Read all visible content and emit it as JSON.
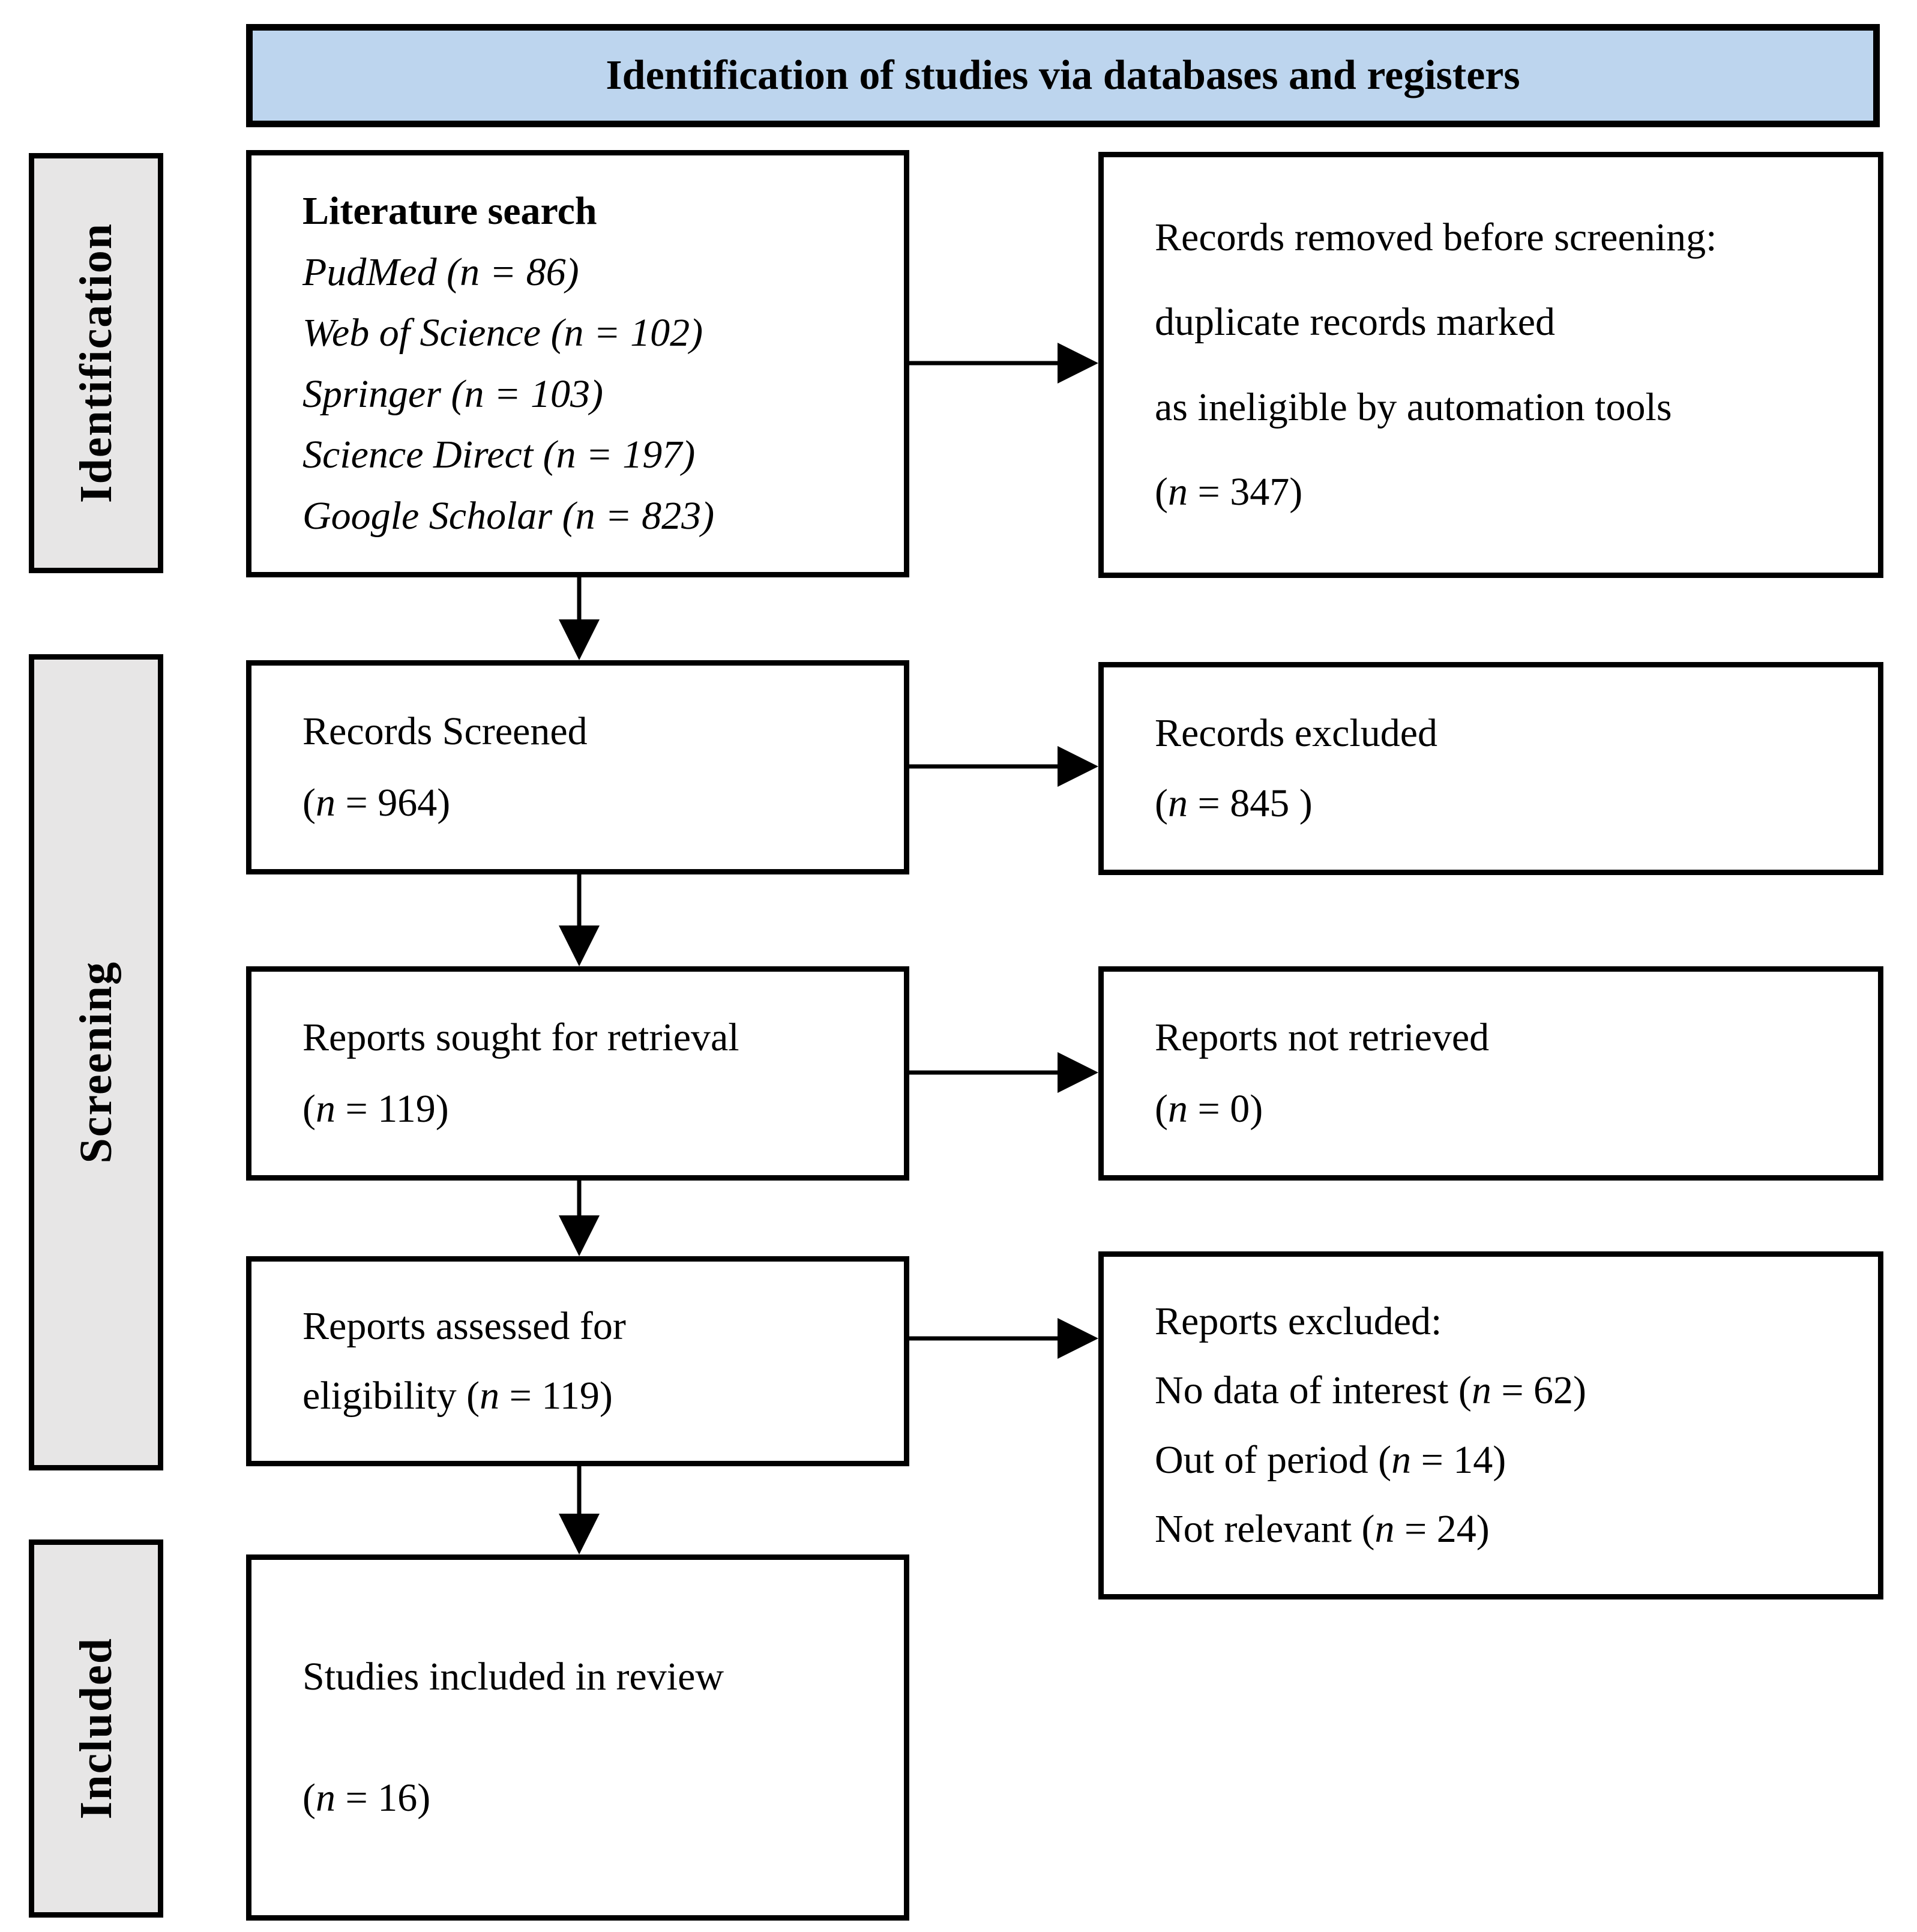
{
  "title": {
    "text": "Identification of studies via databases and registers"
  },
  "sidebar": {
    "identification": "Identification",
    "screening": "Screening",
    "included": "Included"
  },
  "boxes": {
    "literature_search": {
      "lines": [
        {
          "segments": [
            {
              "t": "Literature search",
              "bold": true
            }
          ]
        },
        {
          "segments": [
            {
              "t": "PudMed (n = 86)",
              "italic": true
            }
          ]
        },
        {
          "segments": [
            {
              "t": "Web of Science (n = 102)",
              "italic": true
            }
          ]
        },
        {
          "segments": [
            {
              "t": "Springer (n = 103)",
              "italic": true
            }
          ]
        },
        {
          "segments": [
            {
              "t": "Science Direct (n = 197)",
              "italic": true
            }
          ]
        },
        {
          "segments": [
            {
              "t": "Google Scholar (n = 823)",
              "italic": true
            }
          ]
        }
      ]
    },
    "records_removed": {
      "lines": [
        {
          "segments": [
            {
              "t": "Records removed before screening:"
            }
          ]
        },
        {
          "segments": [
            {
              "t": "duplicate records marked"
            }
          ]
        },
        {
          "segments": [
            {
              "t": "as ineligible by automation tools"
            }
          ]
        },
        {
          "segments": [
            {
              "t": "("
            },
            {
              "t": "n",
              "italic": true
            },
            {
              "t": " = 347)"
            }
          ]
        }
      ]
    },
    "records_screened": {
      "lines": [
        {
          "segments": [
            {
              "t": "Records Screened"
            }
          ]
        },
        {
          "segments": [
            {
              "t": "("
            },
            {
              "t": "n",
              "italic": true
            },
            {
              "t": " = 964)"
            }
          ]
        }
      ]
    },
    "records_excluded": {
      "lines": [
        {
          "segments": [
            {
              "t": "Records excluded"
            }
          ]
        },
        {
          "segments": [
            {
              "t": "("
            },
            {
              "t": "n",
              "italic": true
            },
            {
              "t": " = 845 )"
            }
          ]
        }
      ]
    },
    "reports_sought": {
      "lines": [
        {
          "segments": [
            {
              "t": "Reports sought for retrieval"
            }
          ]
        },
        {
          "segments": [
            {
              "t": "("
            },
            {
              "t": "n",
              "italic": true
            },
            {
              "t": " = 119)"
            }
          ]
        }
      ]
    },
    "reports_not_retrieved": {
      "lines": [
        {
          "segments": [
            {
              "t": "Reports not retrieved"
            }
          ]
        },
        {
          "segments": [
            {
              "t": "("
            },
            {
              "t": "n",
              "italic": true
            },
            {
              "t": " = 0)"
            }
          ]
        }
      ]
    },
    "reports_assessed": {
      "lines": [
        {
          "segments": [
            {
              "t": "Reports assessed for"
            }
          ]
        },
        {
          "segments": [
            {
              "t": "eligibility ("
            },
            {
              "t": "n",
              "italic": true
            },
            {
              "t": " = 119)"
            }
          ]
        }
      ]
    },
    "reports_excluded": {
      "lines": [
        {
          "segments": [
            {
              "t": "Reports excluded:"
            }
          ]
        },
        {
          "segments": [
            {
              "t": "No data of interest ("
            },
            {
              "t": "n",
              "italic": true
            },
            {
              "t": " = 62)"
            }
          ]
        },
        {
          "segments": [
            {
              "t": "Out of period ("
            },
            {
              "t": "n",
              "italic": true
            },
            {
              "t": " = 14)"
            }
          ]
        },
        {
          "segments": [
            {
              "t": "Not relevant ("
            },
            {
              "t": "n",
              "italic": true
            },
            {
              "t": " = 24)"
            }
          ]
        }
      ]
    },
    "studies_included": {
      "lines": [
        {
          "segments": [
            {
              "t": "Studies included in review"
            }
          ]
        },
        {
          "segments": [
            {
              "t": "("
            },
            {
              "t": "n",
              "italic": true
            },
            {
              "t": " = 16)"
            }
          ]
        }
      ]
    }
  },
  "colors": {
    "title_bg": "#bdd5ee",
    "sidebar_bg": "#e7e6e6",
    "border": "#000000",
    "background": "#ffffff"
  }
}
